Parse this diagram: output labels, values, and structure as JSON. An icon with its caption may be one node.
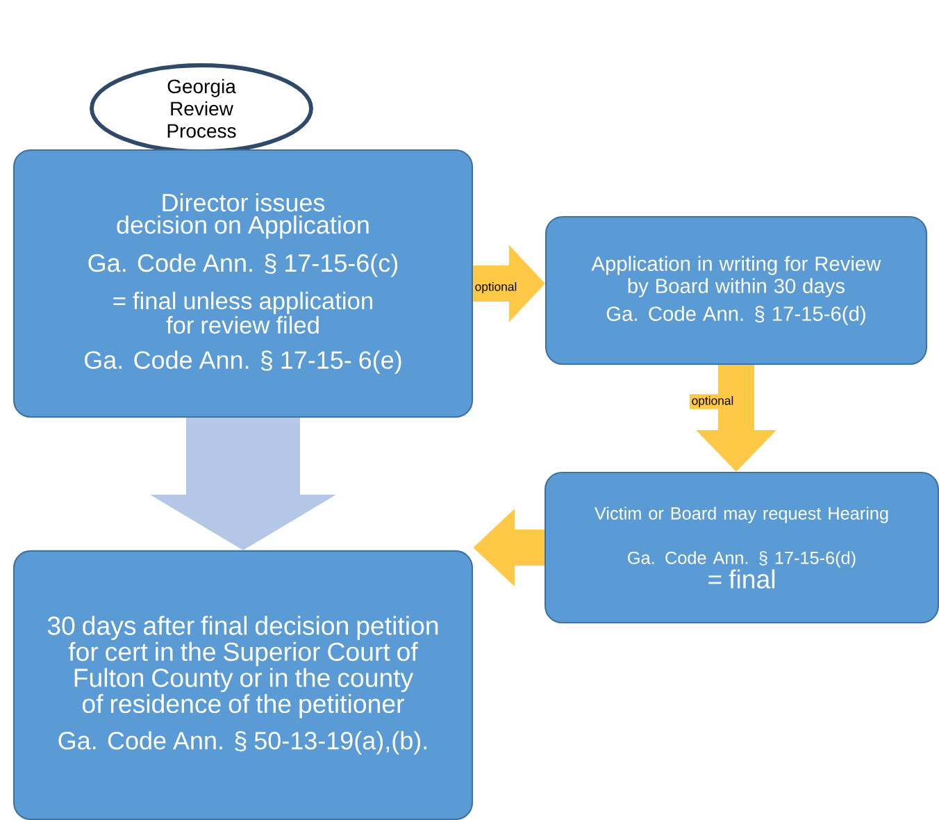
{
  "diagram": {
    "nodes": [
      {
        "text": [
          "Georgia Review Process"
        ]
      },
      {
        "text": [
          "Director issues decision on Application",
          "Ga. Code Ann. § 17-15-6(c)",
          "= final unless application for review filed",
          "Ga. Code Ann. § 17-15- 6(e)"
        ]
      },
      {
        "text": [
          "Application in writing for Review by Board within 30 days",
          "Ga. Code Ann. § 17-15-6(d)"
        ]
      },
      {
        "text": [
          "Victim or Board may request Hearing",
          "Ga. Code Ann. § 17-15-6(d)",
          "= final"
        ]
      },
      {
        "text": [
          "30 days after final decision petition for cert in the Superior Court of Fulton County or in the county of residence of the petitioner",
          "Ga. Code Ann. § 50-13-19(a),(b)."
        ]
      }
    ],
    "edges": [
      {
        "from": 1,
        "to": 2,
        "arrow": "to",
        "label": "optional"
      },
      {
        "from": 2,
        "to": 3,
        "arrow": "to",
        "label": "optional"
      },
      {
        "from": 3,
        "to": 4,
        "arrow": "to"
      },
      {
        "from": 1,
        "to": 4,
        "arrow": "to",
        "style": "thick",
        "color": "#b4c7e7"
      }
    ]
  }
}
